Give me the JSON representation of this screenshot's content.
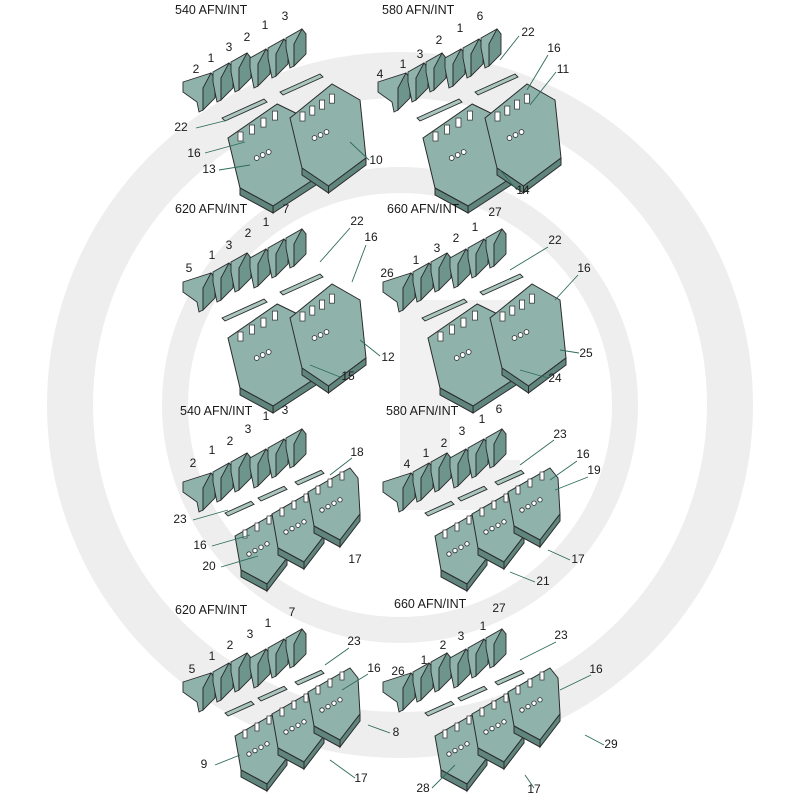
{
  "watermark": {
    "name": "granit-logo",
    "color": "#eeeeee"
  },
  "colors": {
    "part": "#8fb3ab",
    "part_dark": "#5f857d",
    "leader": "#2f6b5d",
    "text": "#1a1a1a"
  },
  "panels": [
    {
      "title": "540 AFN/INT",
      "labels": [
        "2",
        "1",
        "3",
        "2",
        "1",
        "3",
        "22",
        "16",
        "13",
        "10"
      ]
    },
    {
      "title": "580 AFN/INT",
      "labels": [
        "4",
        "1",
        "3",
        "2",
        "1",
        "6",
        "22",
        "16",
        "11",
        "14"
      ]
    },
    {
      "title": "620 AFN/INT",
      "labels": [
        "5",
        "1",
        "3",
        "2",
        "1",
        "7",
        "22",
        "16",
        "12",
        "15"
      ]
    },
    {
      "title": "660 AFN/INT",
      "labels": [
        "26",
        "1",
        "3",
        "2",
        "1",
        "27",
        "22",
        "16",
        "25",
        "24"
      ]
    },
    {
      "title": "540 AFN/INT",
      "labels": [
        "2",
        "1",
        "2",
        "3",
        "1",
        "3",
        "18",
        "23",
        "16",
        "20",
        "17"
      ]
    },
    {
      "title": "580 AFN/INT",
      "labels": [
        "4",
        "1",
        "2",
        "3",
        "1",
        "6",
        "23",
        "16",
        "19",
        "17",
        "21"
      ]
    },
    {
      "title": "620 AFN/INT",
      "labels": [
        "5",
        "1",
        "2",
        "3",
        "1",
        "7",
        "23",
        "16",
        "8",
        "9",
        "17"
      ]
    },
    {
      "title": "660 AFN/INT",
      "labels": [
        "26",
        "1",
        "2",
        "3",
        "1",
        "27",
        "23",
        "16",
        "29",
        "28",
        "17"
      ]
    }
  ]
}
